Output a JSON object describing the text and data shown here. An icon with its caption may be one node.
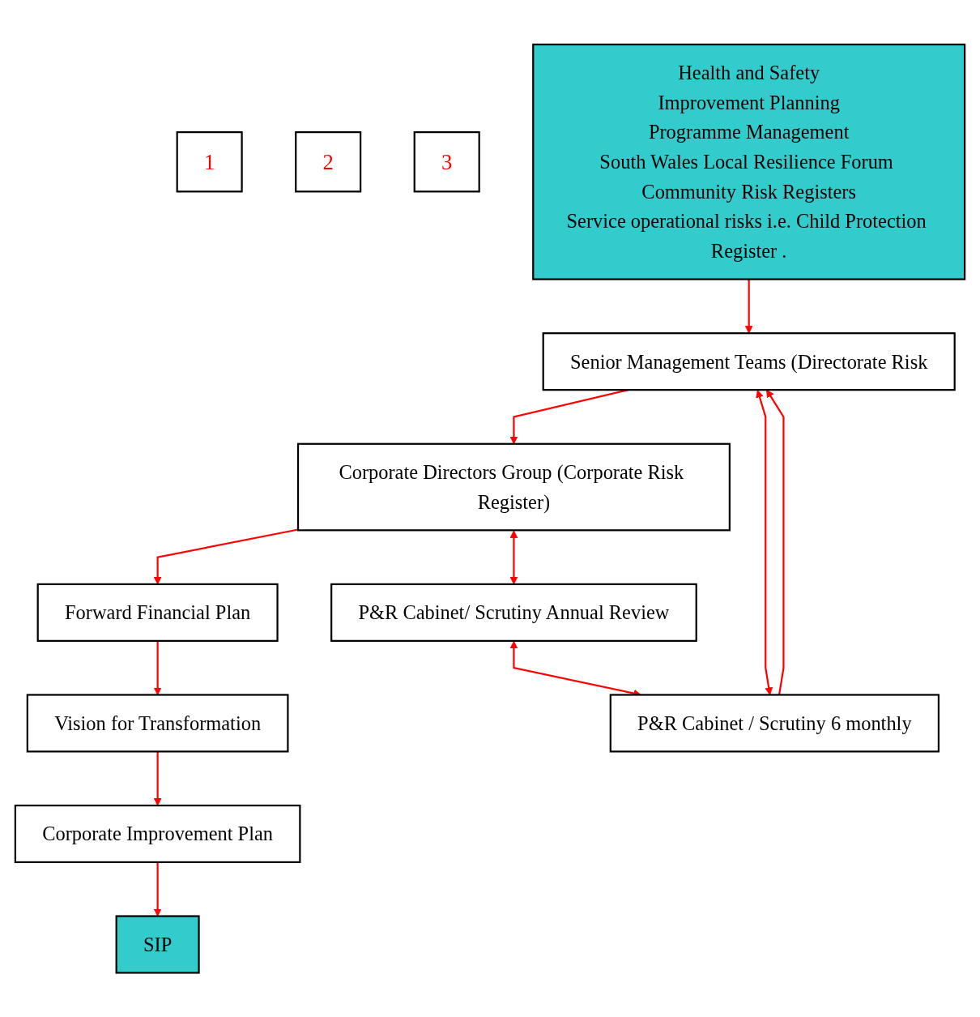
{
  "diagram": {
    "nodes": [
      {
        "text": [
          "1"
        ]
      },
      {
        "text": [
          "2"
        ]
      },
      {
        "text": [
          "3"
        ]
      },
      {
        "text": [
          "Health and Safety",
          "Improvement Planning",
          "Programme Management",
          "South Wales Local Resilience Forum Community Risk Registers",
          "Service operational risks i.e. Child Protection Register ."
        ]
      },
      {
        "text": [
          "Corporate Improvement Plan"
        ]
      },
      {
        "text": [
          "SIP"
        ]
      },
      {
        "text": [
          "Vision for Transformation"
        ]
      },
      {
        "text": [
          "Forward Financial Plan"
        ]
      },
      {
        "text": [
          "Corporate Directors Group (Corporate Risk Register)"
        ]
      },
      {
        "text": [
          "P&R Cabinet/ Scrutiny Annual Review"
        ]
      },
      {
        "text": [
          "Senior Management Teams (Directorate Risk"
        ]
      },
      {
        "text": [
          "P&R Cabinet / Scrutiny 6 monthly"
        ]
      }
    ],
    "edges": [
      {
        "from": 4,
        "to": 5,
        "arrow": "to"
      },
      {
        "from": 6,
        "to": 4,
        "arrow": "to"
      },
      {
        "from": 7,
        "to": 6,
        "arrow": "to"
      },
      {
        "from": 8,
        "to": 7,
        "arrow": "to"
      },
      {
        "from": 8,
        "to": 9,
        "arrow": "both"
      },
      {
        "from": 9,
        "to": 11,
        "arrow": "both"
      },
      {
        "from": 10,
        "to": 8,
        "arrow": "to"
      },
      {
        "from": 10,
        "to": 11,
        "arrow": "both"
      },
      {
        "from": 3,
        "to": 10,
        "arrow": "to"
      },
      {
        "from": 11,
        "to": 10,
        "arrow": "to"
      }
    ]
  }
}
